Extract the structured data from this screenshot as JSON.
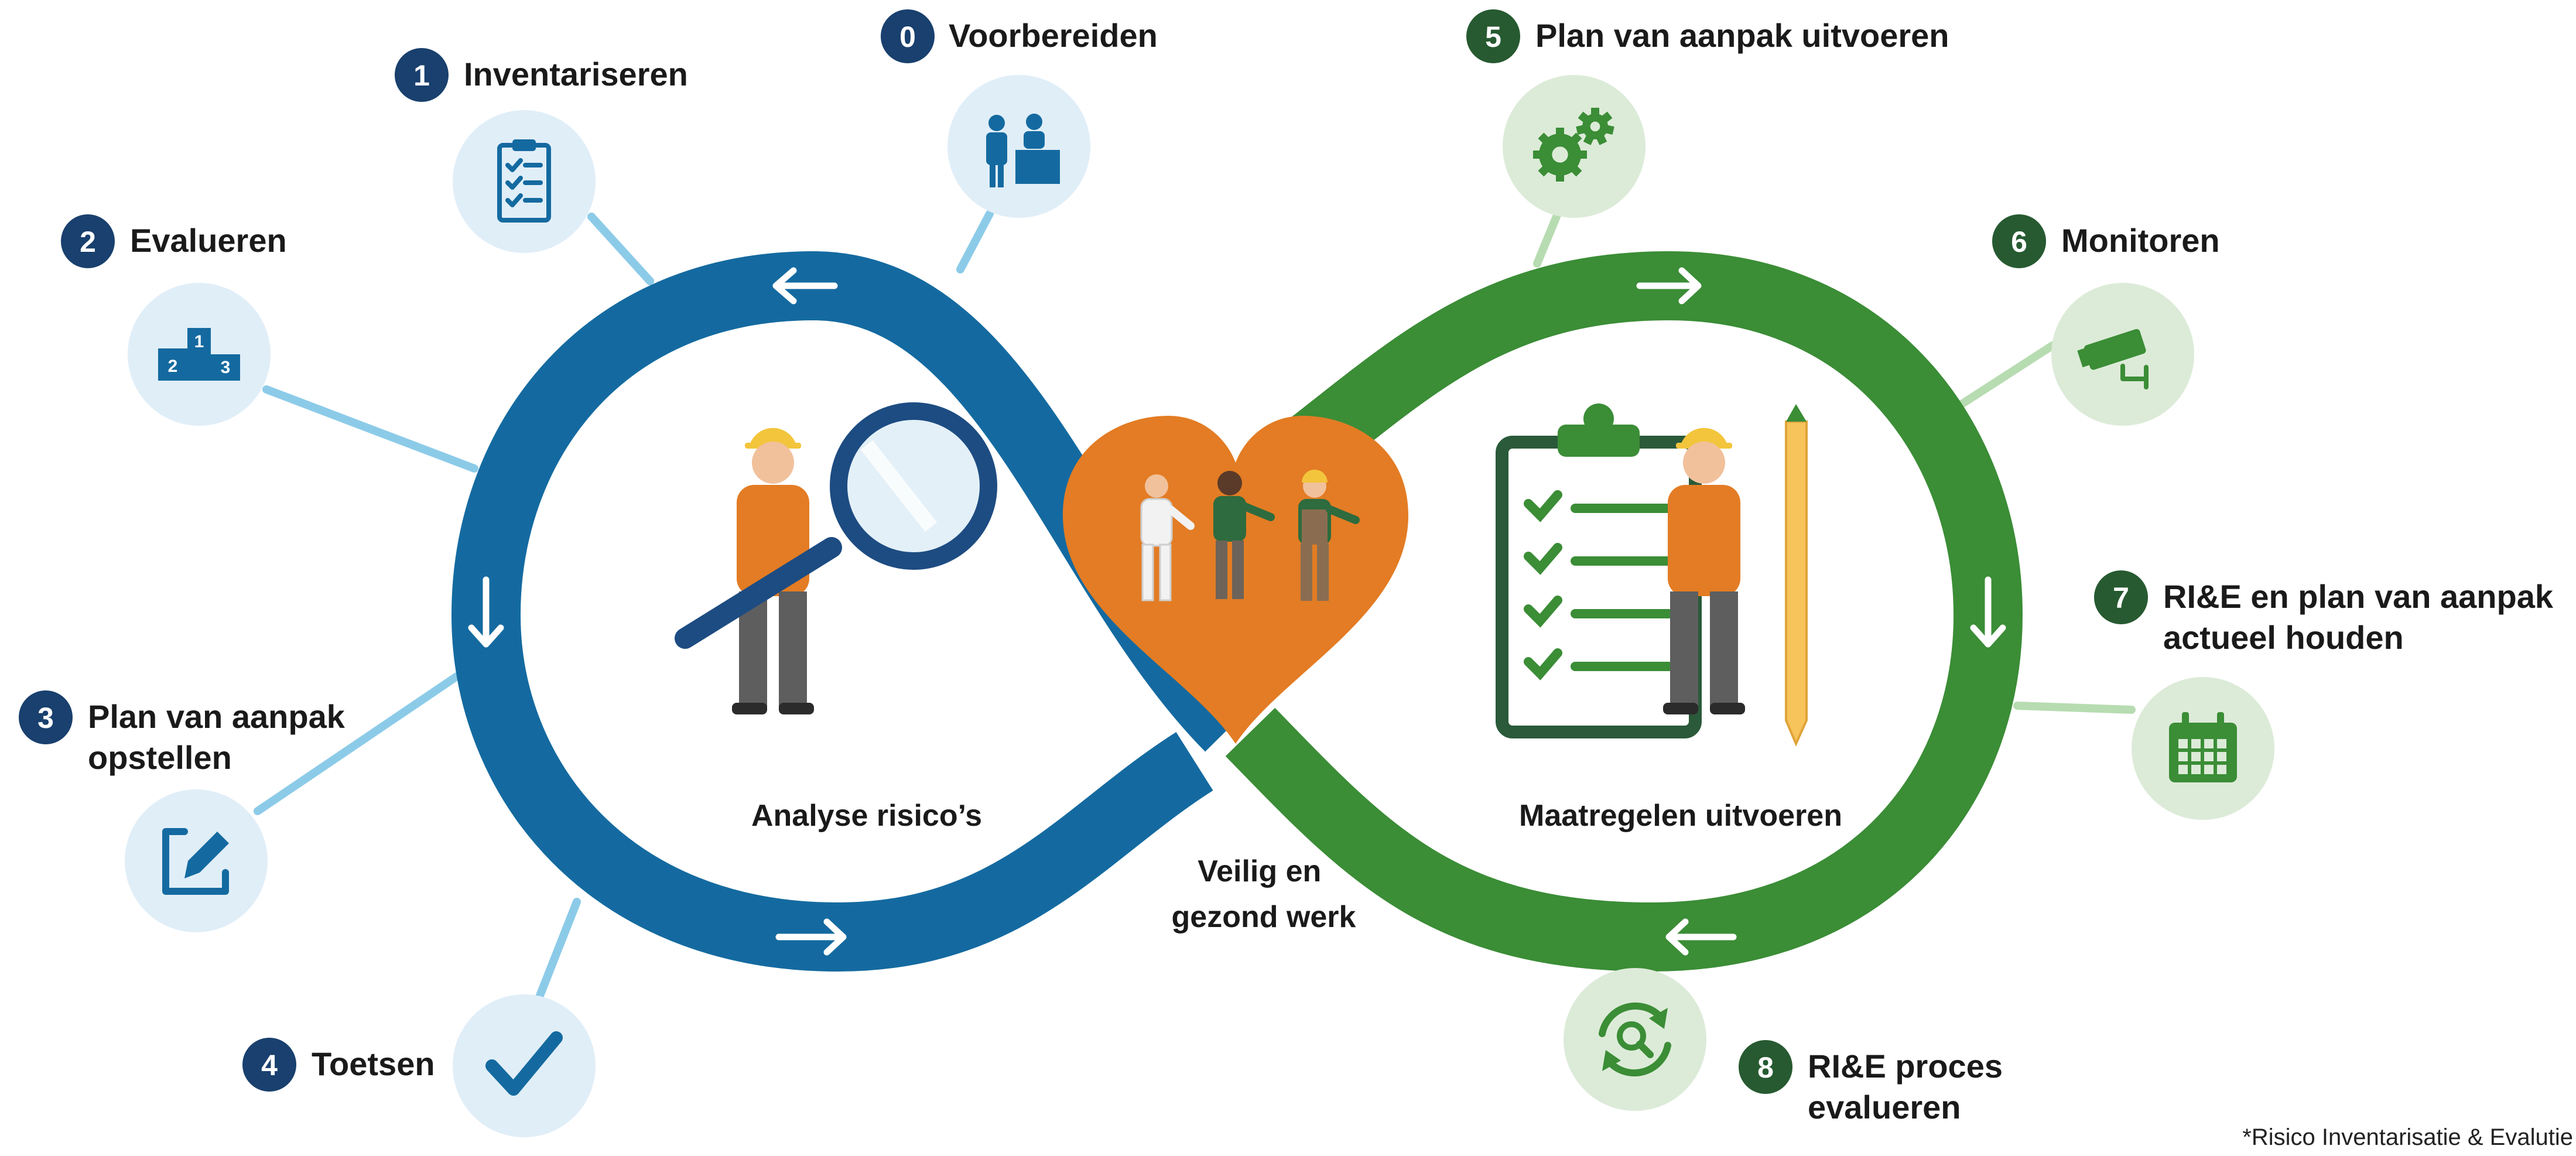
{
  "center_label": [
    "Veilig en",
    "gezond werk"
  ],
  "left_loop": {
    "label": "Analyse risico’s",
    "color": "#146aa0"
  },
  "right_loop": {
    "label": "Maatregelen uitvoeren",
    "color": "#3b8d36"
  },
  "heart_color": "#e37c24",
  "footnote": "*Risico Inventarisatie & Evalutie",
  "steps": [
    {
      "number": "0",
      "label": [
        "Voorbereiden"
      ],
      "icon": "meeting-icon"
    },
    {
      "number": "1",
      "label": [
        "Inventariseren"
      ],
      "icon": "clipboard-checklist-icon"
    },
    {
      "number": "2",
      "label": [
        "Evalueren"
      ],
      "icon": "podium-icon"
    },
    {
      "number": "3",
      "label": [
        "Plan van aanpak",
        "opstellen"
      ],
      "icon": "edit-icon"
    },
    {
      "number": "4",
      "label": [
        "Toetsen"
      ],
      "icon": "checkmark-icon"
    },
    {
      "number": "5",
      "label": [
        "Plan van aanpak uitvoeren"
      ],
      "icon": "gears-icon"
    },
    {
      "number": "6",
      "label": [
        "Monitoren"
      ],
      "icon": "security-camera-icon"
    },
    {
      "number": "7",
      "label": [
        "RI&E en plan van aanpak",
        "actueel houden"
      ],
      "icon": "calendar-icon"
    },
    {
      "number": "8",
      "label": [
        "RI&E proces",
        "evalueren"
      ],
      "icon": "refresh-search-icon"
    }
  ]
}
